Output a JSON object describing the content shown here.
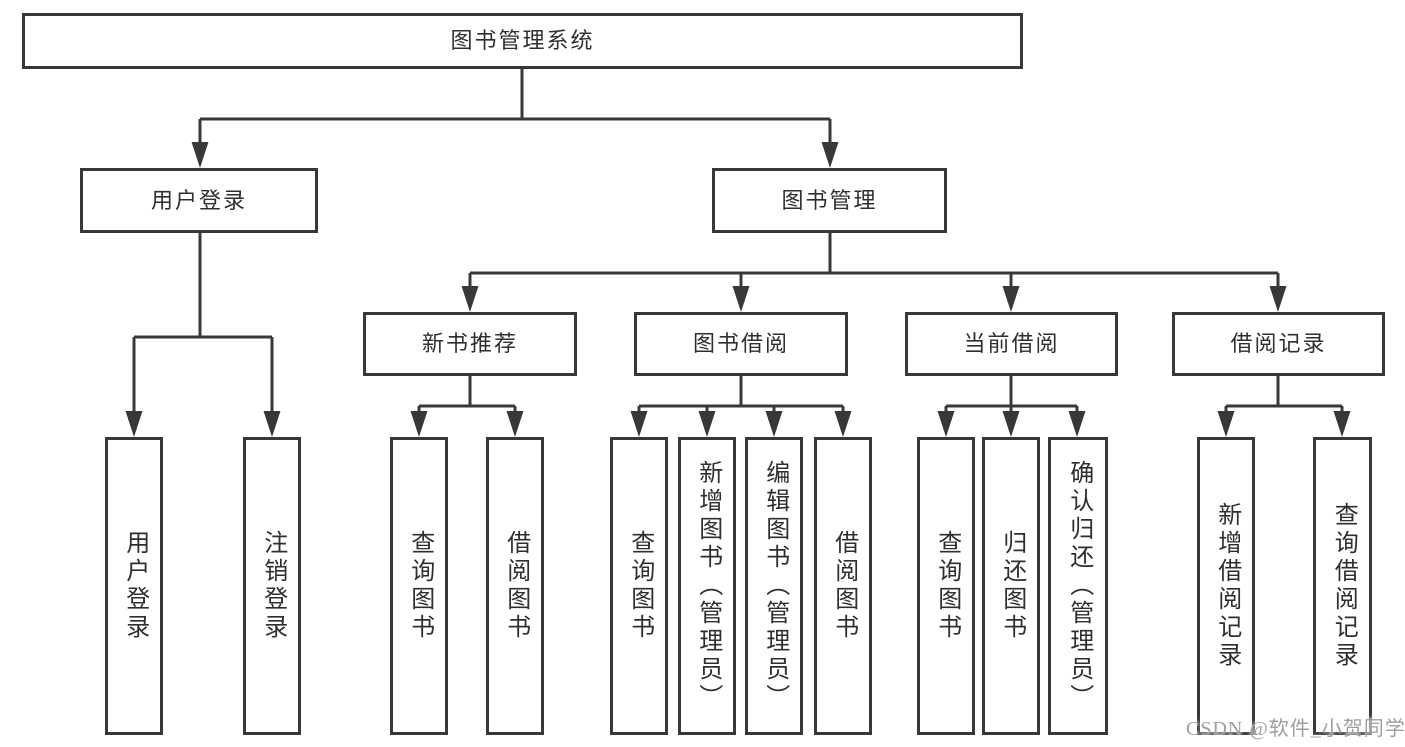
{
  "diagram": {
    "root": {
      "label": "图书管理系统"
    },
    "branches": [
      {
        "label": "用户登录",
        "children": [
          {
            "label": "用户登录"
          },
          {
            "label": "注销登录"
          }
        ]
      },
      {
        "label": "图书管理",
        "children": [
          {
            "label": "新书推荐",
            "children": [
              {
                "label": "查询图书"
              },
              {
                "label": "借阅图书"
              }
            ]
          },
          {
            "label": "图书借阅",
            "children": [
              {
                "label": "查询图书"
              },
              {
                "label": "新增图书（管理员）"
              },
              {
                "label": "编辑图书（管理员）"
              },
              {
                "label": "借阅图书"
              }
            ]
          },
          {
            "label": "当前借阅",
            "children": [
              {
                "label": "查询图书"
              },
              {
                "label": "归还图书"
              },
              {
                "label": "确认归还（管理员）"
              }
            ]
          },
          {
            "label": "借阅记录",
            "children": [
              {
                "label": "新增借阅记录"
              },
              {
                "label": "查询借阅记录"
              }
            ]
          }
        ]
      }
    ]
  },
  "watermark": {
    "text": "CSDN @软件_小贺同学"
  },
  "colors": {
    "line": "#383838",
    "text": "#2f2f2f",
    "watermark": "#9f9f9f",
    "background": "#ffffff"
  }
}
